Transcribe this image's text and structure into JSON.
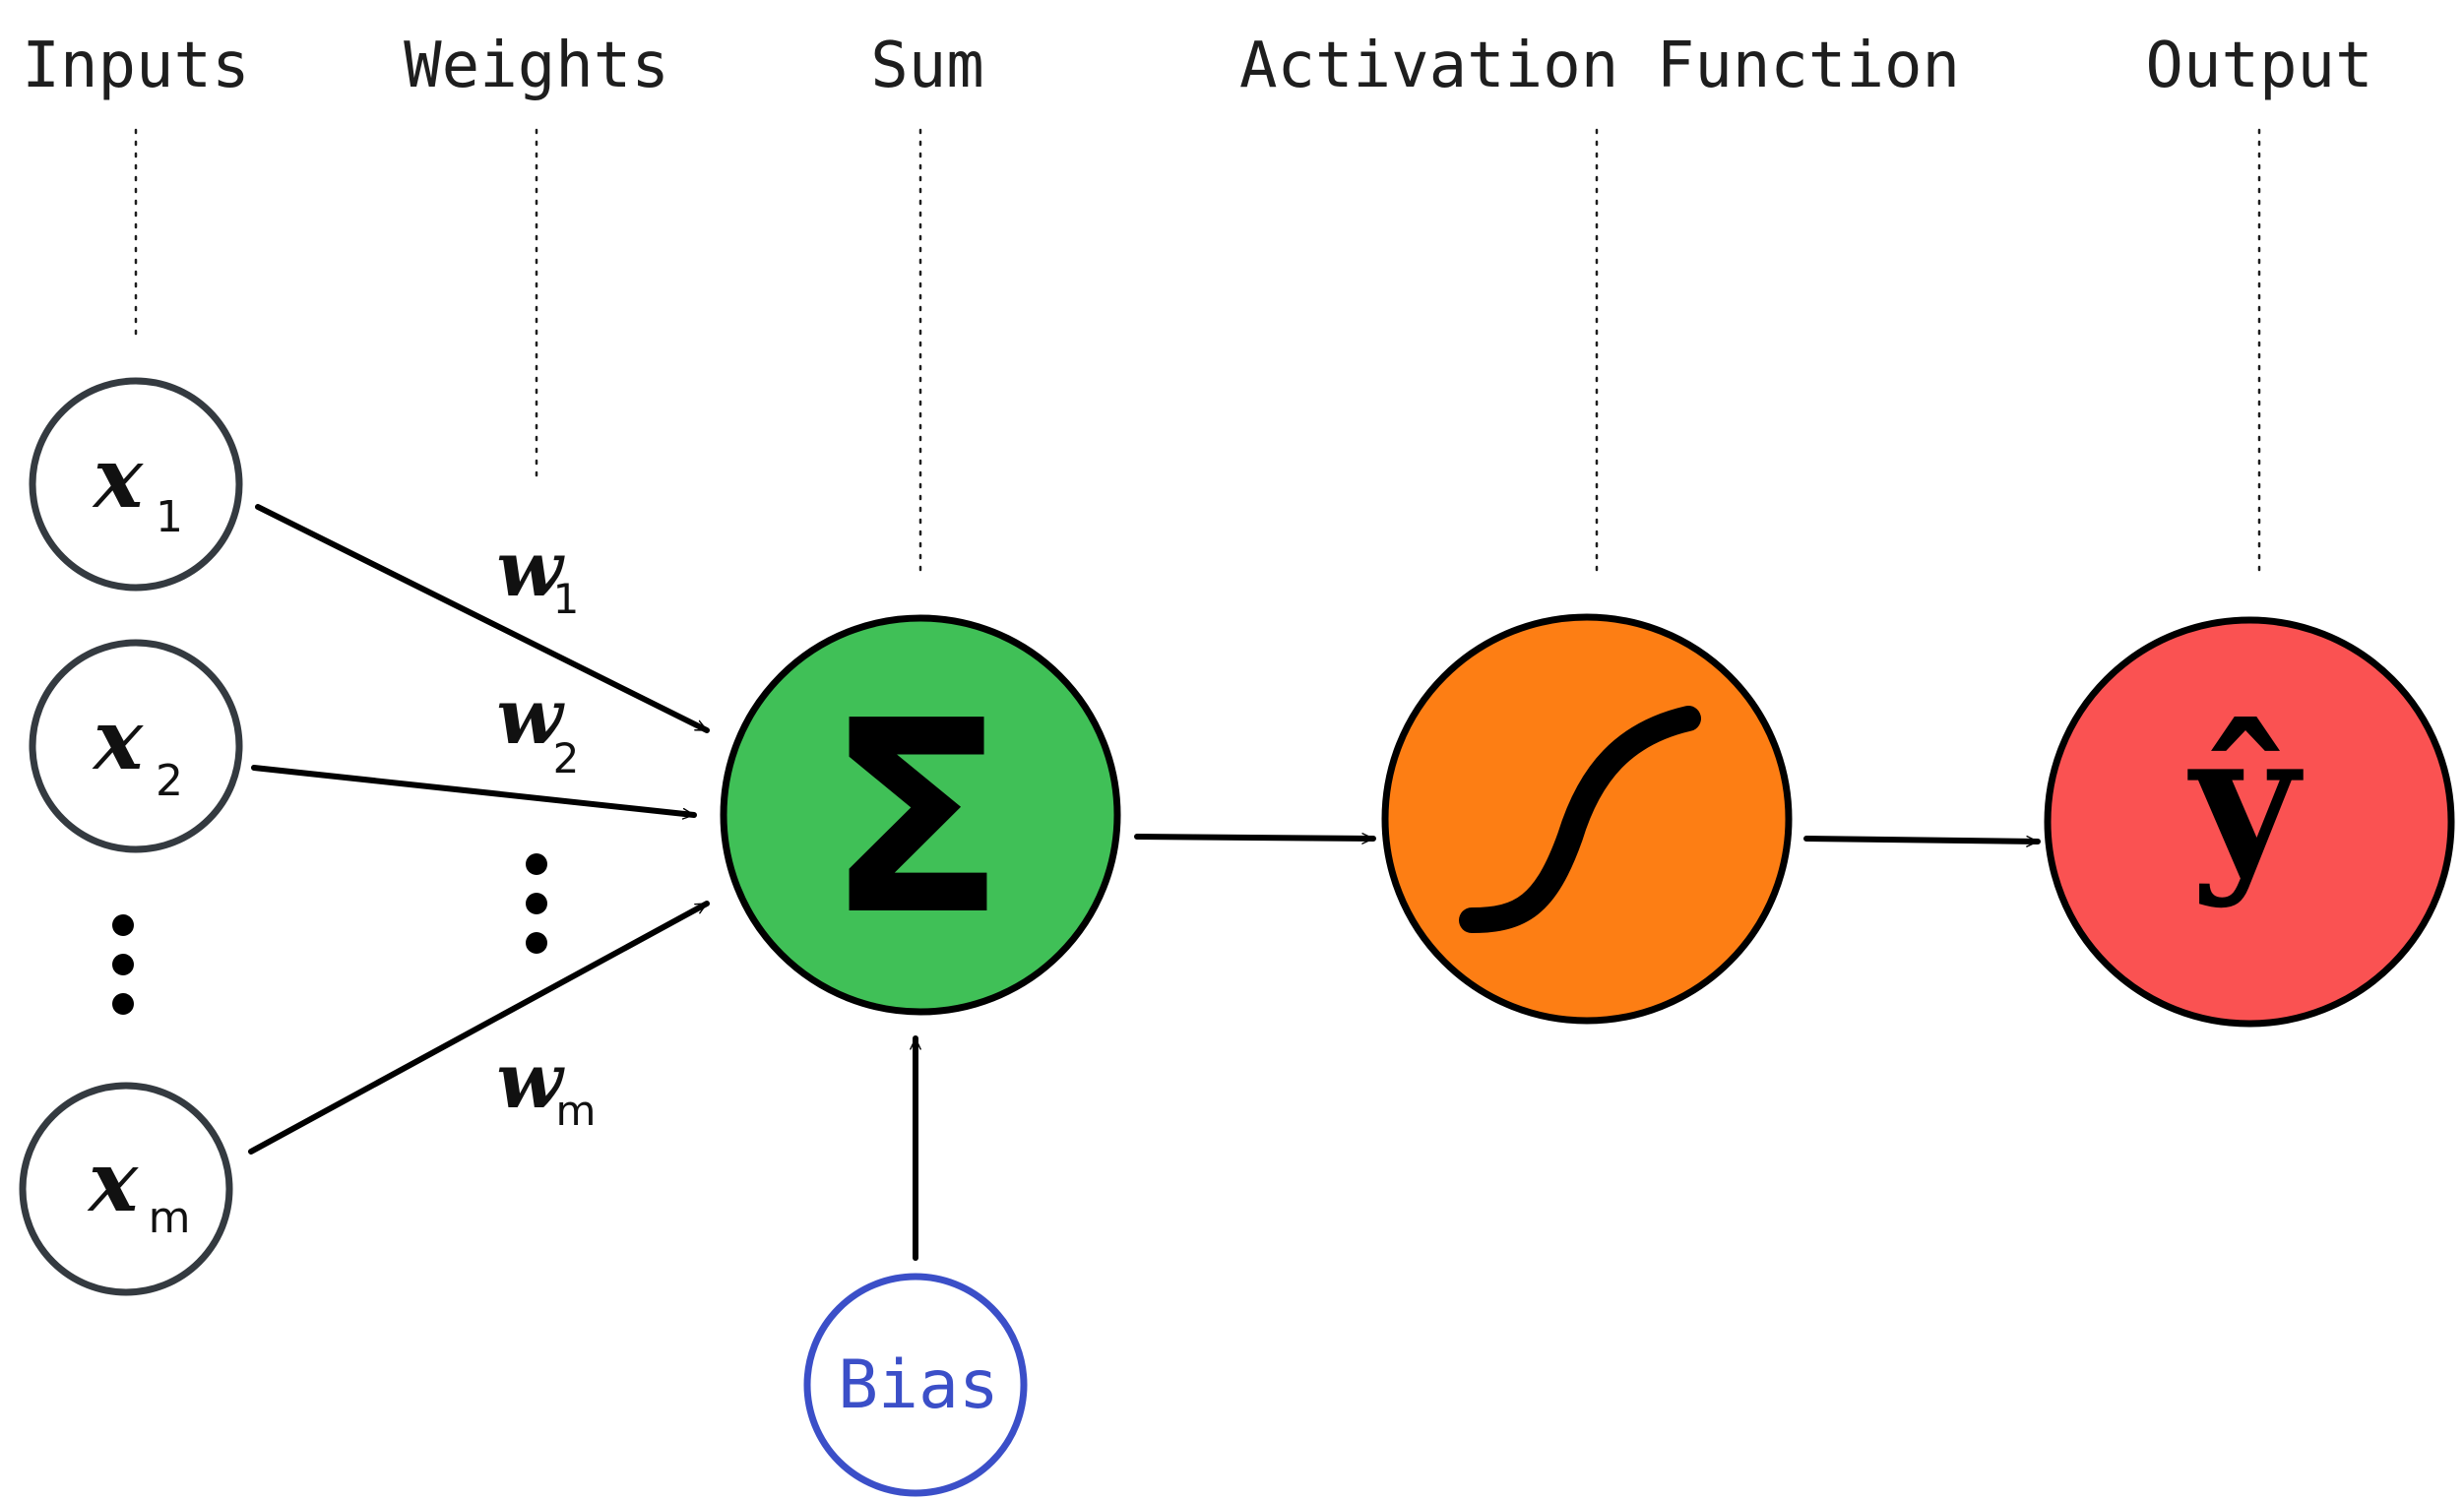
{
  "headers": {
    "inputs": "Inputs",
    "weights": "Weights",
    "sum": "Sum",
    "activation": "Activation Function",
    "output": "Output"
  },
  "inputs": [
    {
      "var": "x",
      "sub": "1"
    },
    {
      "var": "x",
      "sub": "2"
    },
    {
      "var": "x",
      "sub": "m"
    }
  ],
  "weights": [
    {
      "var": "w",
      "sub": "1"
    },
    {
      "var": "w",
      "sub": "2"
    },
    {
      "var": "w",
      "sub": "m"
    }
  ],
  "sum_symbol": "Σ",
  "bias_label": "Bias",
  "output_symbol": "ŷ",
  "colors": {
    "sum_fill": "#40c057",
    "activation_fill": "#fd7e14",
    "output_fill": "#fa5252",
    "bias_stroke": "#3b4fc8",
    "input_stroke": "#343a40",
    "line": "#000000"
  }
}
